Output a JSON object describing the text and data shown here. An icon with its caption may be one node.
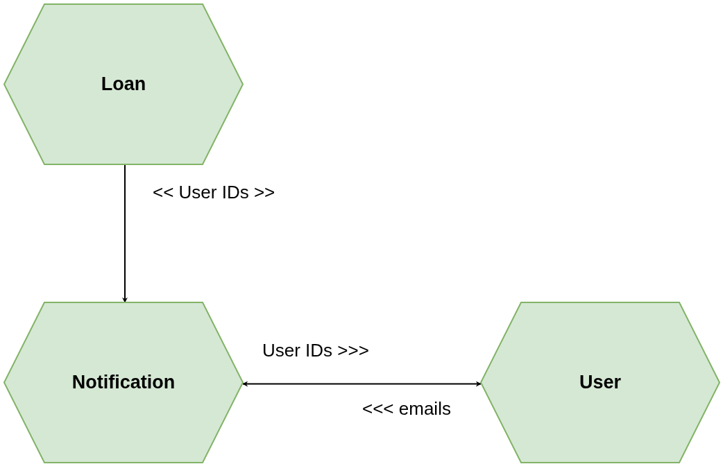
{
  "diagram": {
    "nodes": [
      {
        "text": [
          "Loan"
        ]
      },
      {
        "text": [
          "Notification"
        ]
      },
      {
        "text": [
          "User"
        ]
      }
    ],
    "edges": [
      {
        "from": 0,
        "to": 1,
        "arrow": "to",
        "label": "<< User IDs >>"
      },
      {
        "from": 1,
        "to": 2,
        "arrow": "both",
        "label": "User IDs >>>"
      }
    ],
    "labels": [
      "<<< emails"
    ]
  }
}
